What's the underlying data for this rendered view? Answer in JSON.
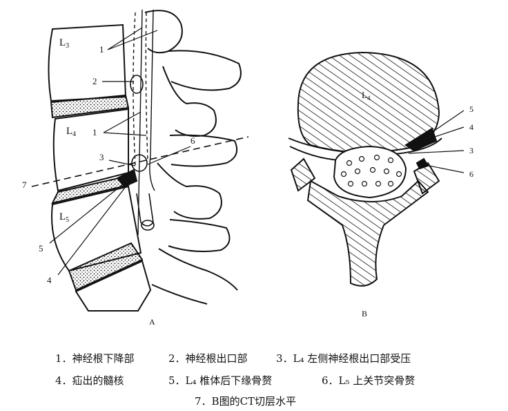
{
  "figure_a": {
    "panel_label": "A",
    "vertebra_labels": [
      "L3",
      "L4",
      "L5"
    ],
    "numbers": [
      "1",
      "2",
      "1",
      "3",
      "6",
      "7",
      "5",
      "4"
    ]
  },
  "figure_b": {
    "panel_label": "B",
    "vertebra_label": "L4",
    "numbers": [
      "5",
      "4",
      "3",
      "6"
    ]
  },
  "captions": {
    "row1": [
      "1．神经根下降部",
      "2．神经根出口部",
      "3．L₄ 左侧神经根出口部受压"
    ],
    "row2": [
      "4．疝出的髓核",
      "5．L₄ 椎体后下缘骨赘",
      "6．L₅ 上关节突骨赘"
    ],
    "row3": "7．B图的CT切层水平"
  }
}
